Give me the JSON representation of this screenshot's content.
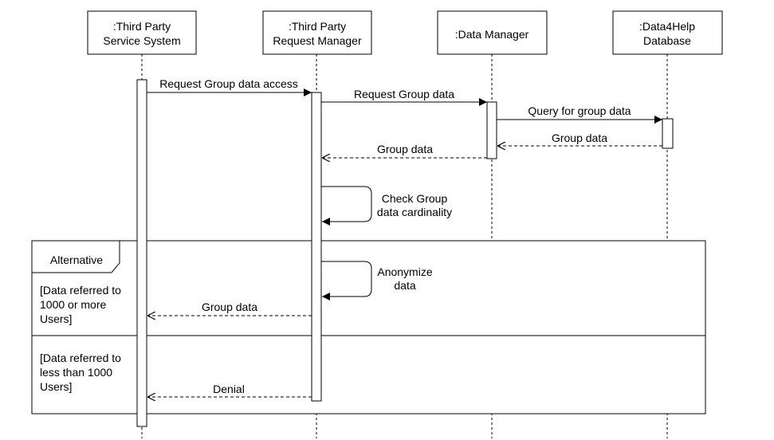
{
  "participants": [
    {
      "id": "tps",
      "line1": ":Third Party",
      "line2": "Service System"
    },
    {
      "id": "tprm",
      "line1": ":Third Party",
      "line2": "Request Manager"
    },
    {
      "id": "dm",
      "line1": ":Data Manager",
      "line2": ""
    },
    {
      "id": "db",
      "line1": ":Data4Help",
      "line2": "Database"
    }
  ],
  "messages": {
    "m1": "Request Group data access",
    "m2": "Request Group data",
    "m3": "Query for group data",
    "m4": "Group data",
    "m5": "Group data",
    "self1_line1": "Check Group",
    "self1_line2": "data cardinality",
    "self2_line1": "Anonymize",
    "self2_line2": "data",
    "m6": "Group data",
    "m7": "Denial"
  },
  "fragment": {
    "label": "Alternative",
    "guard1": [
      "[Data referred to",
      "1000 or more",
      "Users]"
    ],
    "guard2": [
      "[Data referred to",
      "less than 1000",
      "Users]"
    ]
  }
}
